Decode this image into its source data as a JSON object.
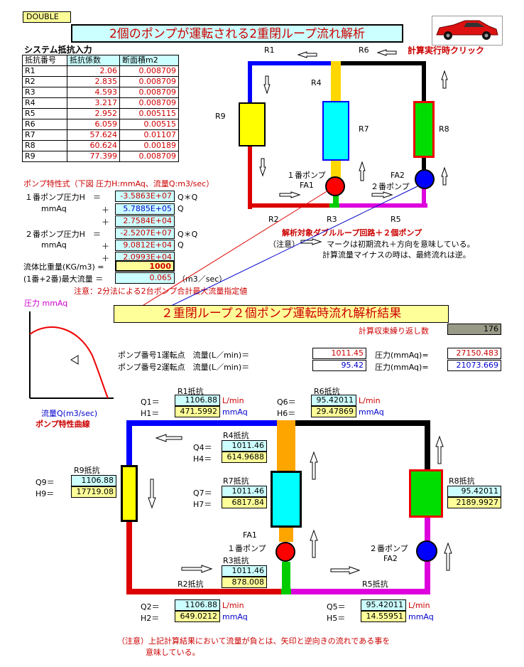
{
  "header": {
    "mode_label": "DOUBLE",
    "title": "2個のポンプが運転される2重閉ループ流れ解析",
    "run_label": "計算実行時クリック"
  },
  "resistance": {
    "section_title": "システム抵抗入力",
    "columns": [
      "抵抗番号",
      "抵抗係数",
      "断面積m2"
    ],
    "rows": [
      [
        "R1",
        "2.06",
        "0.008709"
      ],
      [
        "R2",
        "2.835",
        "0.008709"
      ],
      [
        "R3",
        "4.593",
        "0.008709"
      ],
      [
        "R4",
        "3.217",
        "0.008709"
      ],
      [
        "R5",
        "2.952",
        "0.005115"
      ],
      [
        "R6",
        "6.059",
        "0.00515"
      ],
      [
        "R7",
        "57.624",
        "0.01107"
      ],
      [
        "R8",
        "60.624",
        "0.00189"
      ],
      [
        "R9",
        "77.399",
        "0.008709"
      ]
    ]
  },
  "pump_char": {
    "title": "ポンプ特性式（下図 圧力H:mmAq、流量Q:m3/sec）",
    "p1_label": "１番ポンプ圧力H　＝",
    "p1_unit": "mmAq",
    "p2_label": "２番ポンプ圧力H　＝",
    "p2_unit": "mmAq",
    "plus": "＋",
    "p1_a": "-3.5863E+07",
    "p1_b": "5.7885E+05",
    "p1_c": "2.7584E+04",
    "p2_a": "-2.5207E+07",
    "p2_b": "9.0812E+04",
    "p2_c": "2.0993E+04",
    "suffix_qq": "Q＊Q",
    "suffix_q": "Q",
    "density_label": "流体比重量(KG/m3) =",
    "density_value": "1000",
    "maxflow_label": "(1番+2番)最大流量 ＝",
    "maxflow_value": "0.065",
    "maxflow_unit": "（m3／sec）",
    "note": "注意：2分法による2台ポンプ合計最大流量指定値"
  },
  "top_diagram": {
    "R1": "R1",
    "R2": "R2",
    "R3": "R3",
    "R4": "R4",
    "R5": "R5",
    "R6": "R6",
    "R7": "R7",
    "R8": "R8",
    "R9": "R9",
    "pump1_label": "１番ポンプ",
    "pump1_id": "FA1",
    "pump2_label": "２番ポンプ",
    "pump2_id": "FA2",
    "circuit_label": "解析対象ダブルループ回路＋２個ポンプ",
    "note_prefix": "（注意）",
    "note_line1": "マークは初期流れ＋方向を意味している。",
    "note_line2": "計算流量マイナスの時は、最終流れは逆。"
  },
  "curve": {
    "y_label": "圧力 mmAq",
    "x_label": "流量Q(m3/sec)",
    "caption": "ポンプ特性曲線"
  },
  "results": {
    "title": "２重閉ループ２個ポンプ運転時流れ解析結果",
    "iter_label": "計算収束繰り返し数",
    "iter_value": "176",
    "op1_label": "ポンプ番号1運転点　流量(L／min)＝",
    "op2_label": "ポンプ番号2運転点　流量(L／min)＝",
    "op1_flow": "1011.45",
    "op2_flow": "95.42",
    "pressure_label": "圧力(mmAq)=",
    "op1_pressure": "27150.483",
    "op2_pressure": "21073.669"
  },
  "bottom_diagram": {
    "R1_label": "R1抵抗",
    "R2_label": "R2抵抗",
    "R3_label": "R3抵抗",
    "R4_label": "R4抵抗",
    "R5_label": "R5抵抗",
    "R6_label": "R6抵抗",
    "R7_label": "R7抵抗",
    "R8_label": "R8抵抗",
    "R9_label": "R9抵抗",
    "unit_q": "L/min",
    "unit_h": "mmAq",
    "Q1_label": "Q1＝",
    "H1_label": "H1＝",
    "Q1": "1106.88",
    "H1": "471.5992",
    "Q2_label": "Q2＝",
    "H2_label": "H2＝",
    "Q2": "1106.88",
    "H2": "649.0212",
    "Q3": "1011.46",
    "H3": "878.008",
    "Q4_label": "Q4＝",
    "H4_label": "H4＝",
    "Q4": "1011.46",
    "H4": "614.9688",
    "Q5_label": "Q5＝",
    "H5_label": "H5＝",
    "Q5": "95.42011",
    "H5": "14.55951",
    "Q6_label": "Q6＝",
    "H6_label": "H6＝",
    "Q6": "95.42011",
    "H6": "29.47869",
    "Q7_label": "Q7＝",
    "H7_label": "H7＝",
    "Q7": "1011.46",
    "H7": "6817.84",
    "Q8": "95.42011",
    "H8": "2189.9927",
    "Q9_label": "Q9＝",
    "H9_label": "H9＝",
    "Q9": "1106.88",
    "H9": "17719.08",
    "fa1": "FA1",
    "pump1": "１番ポンプ",
    "pump2": "２番ポンプ",
    "fa2": "FA2"
  },
  "footer": {
    "line1": "（注意）上記計算結果において流量が負とは、矢印と逆向きの流れである事を",
    "line2": "意味している。"
  }
}
